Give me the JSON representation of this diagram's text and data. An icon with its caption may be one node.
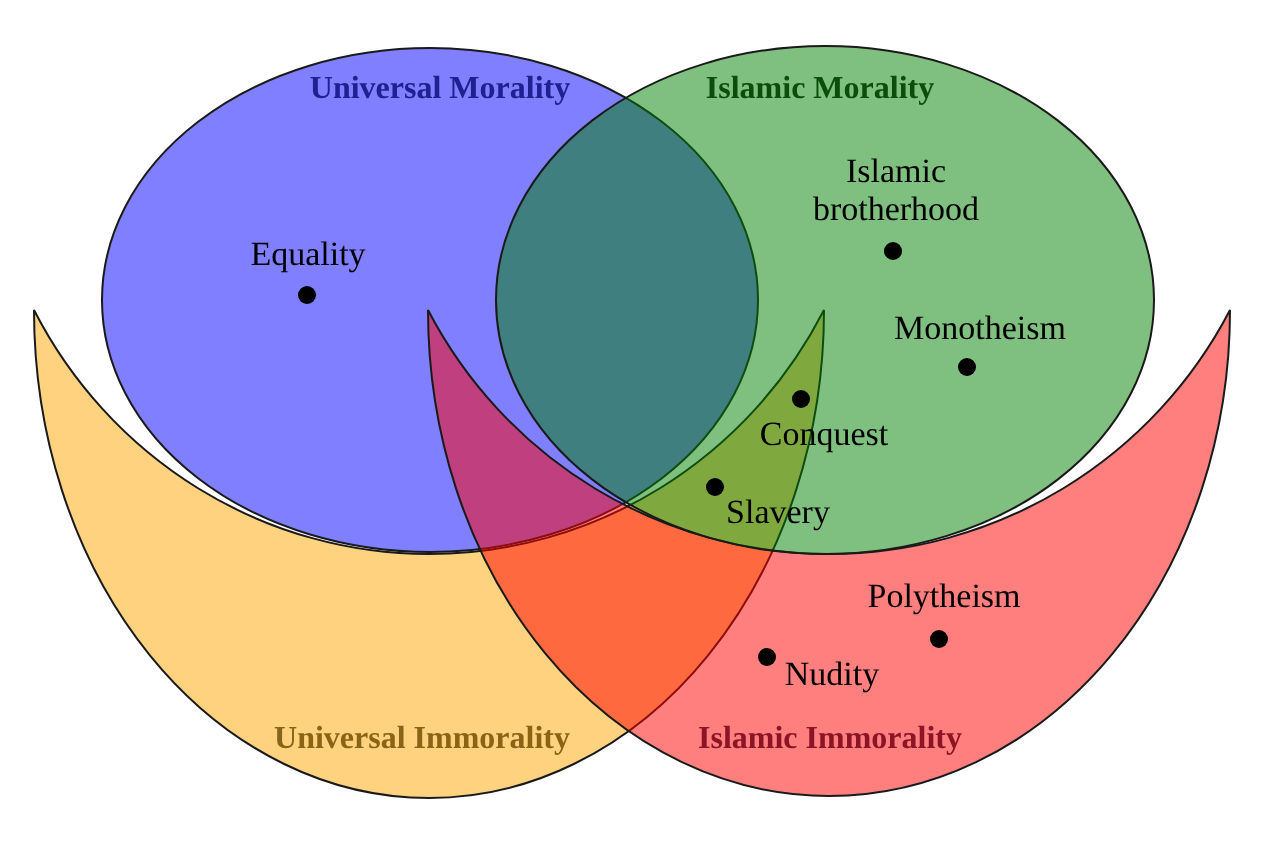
{
  "diagram": {
    "nodes": [
      {
        "text": [
          "Universal Morality"
        ]
      },
      {
        "text": [
          "Islamic Morality"
        ]
      },
      {
        "text": [
          "Universal Immorality"
        ]
      },
      {
        "text": [
          "Islamic Immorality"
        ]
      }
    ],
    "labels": [
      "Islamic brotherhood",
      "Equality",
      "Monotheism",
      "Conquest",
      "Slavery",
      "Polytheism",
      "Nudity"
    ]
  }
}
